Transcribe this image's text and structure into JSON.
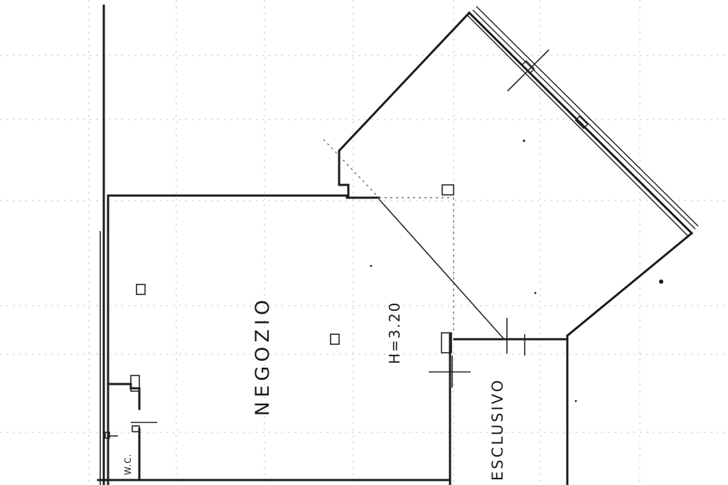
{
  "plan": {
    "room_name": "NEGOZIO",
    "room_height": "H=3.20",
    "area_label": "ESCLUSIVO",
    "wc_label": "W.C."
  }
}
